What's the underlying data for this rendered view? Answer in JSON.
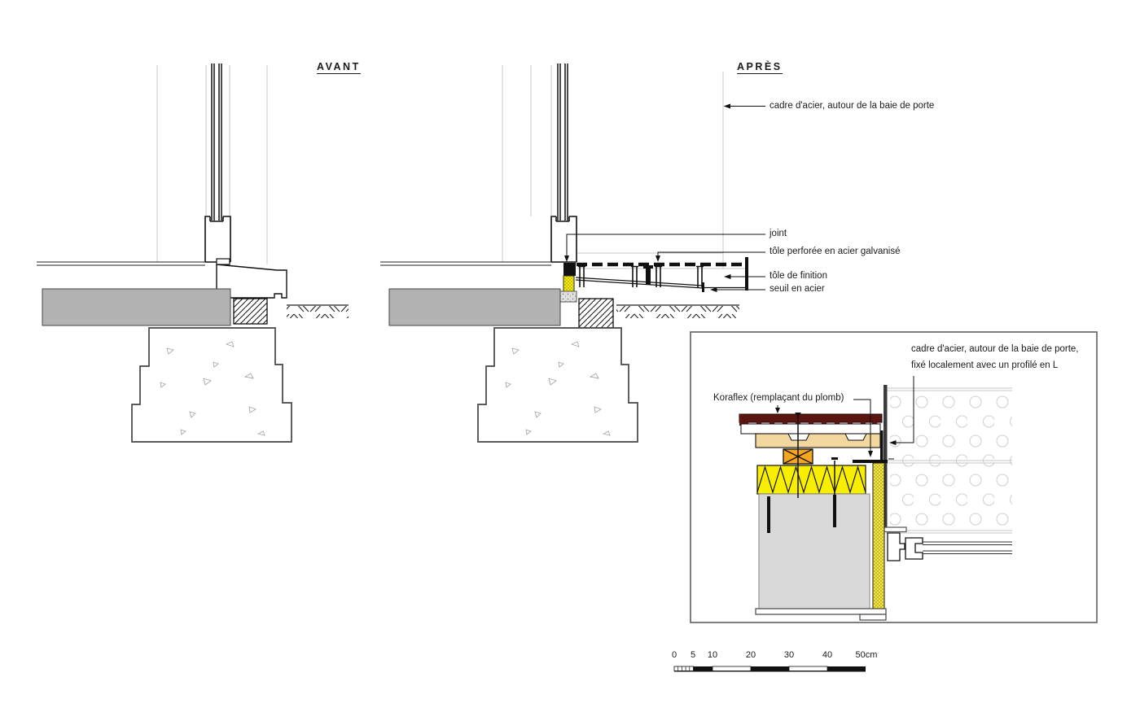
{
  "titles": {
    "avant": "AVANT",
    "apres": "APRÈS"
  },
  "annotations": {
    "cadre_top": "cadre d'acier, autour de la baie de porte",
    "joint": "joint",
    "tole_perforee": "tôle perforée en acier galvanisé",
    "tole_finition": "tôle de finition",
    "seuil": "seuil en acier",
    "detail_cadre_line1": "cadre d'acier, autour de la baie de porte,",
    "detail_cadre_line2": "fixé localement avec un profilé en L",
    "koraflex": "Koraflex (remplaçant du plomb)"
  },
  "scale_bar": {
    "labels": [
      "0",
      "5",
      "10",
      "20",
      "30",
      "40",
      "50cm"
    ],
    "unit": "cm",
    "range_cm": 50
  },
  "colors": {
    "koraflex_maroon": "#5a1511",
    "wood_tan": "#f2d79e",
    "blocking_orange": "#f6a51e",
    "insulation_yellow": "#f8ef00",
    "edge_insulation_yellow": "#f3e83d",
    "slab_gray": "#b2b2b2",
    "detail_concrete_gray": "#d9d9d9",
    "mortar_gray": "#e0e0e0",
    "line_dark": "#1a1a1a",
    "construction_gray": "#c9c9c9"
  }
}
